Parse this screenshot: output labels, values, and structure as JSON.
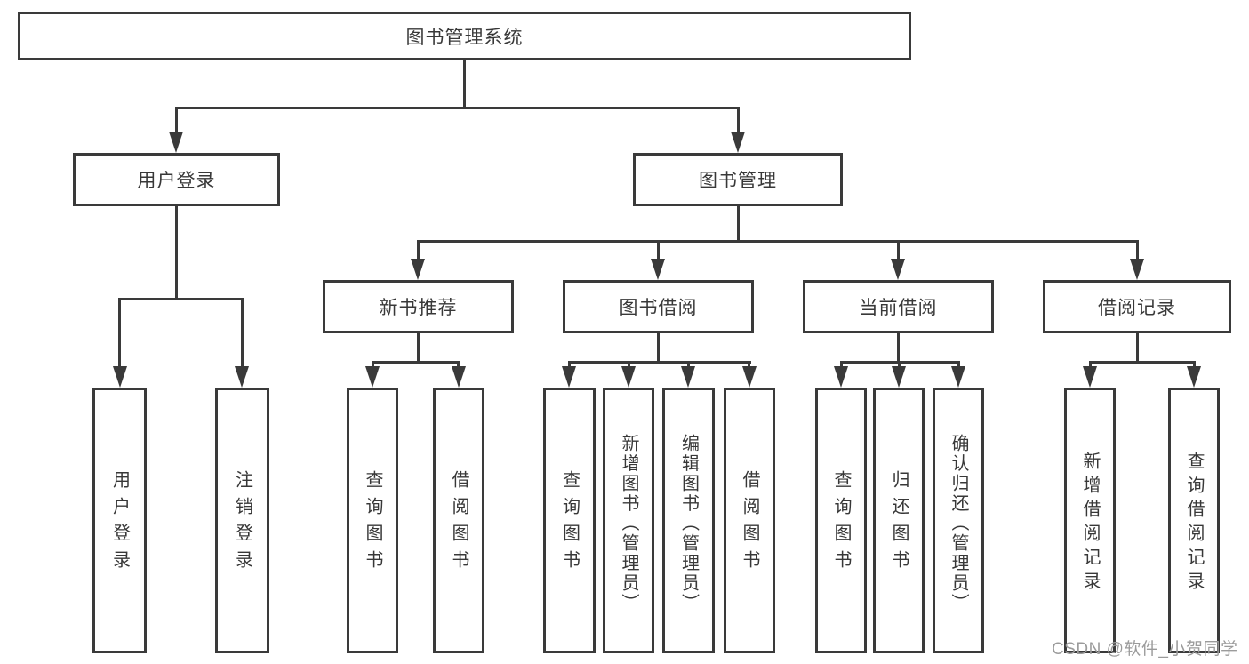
{
  "diagram": {
    "title_node": {
      "label": "图书管理系统"
    },
    "level2": [
      {
        "label": "用户登录"
      },
      {
        "label": "图书管理"
      }
    ],
    "level3": [
      {
        "label": "新书推荐"
      },
      {
        "label": "图书借阅"
      },
      {
        "label": "当前借阅"
      },
      {
        "label": "借阅记录"
      }
    ],
    "leaves": {
      "user_login": [
        {
          "label": "用户登录"
        },
        {
          "label": "注销登录"
        }
      ],
      "new_book_recommend": [
        {
          "label": "查询图书"
        },
        {
          "label": "借阅图书"
        }
      ],
      "book_borrow": [
        {
          "label": "查询图书"
        },
        {
          "label": "新增图书（管理员）"
        },
        {
          "label": "编辑图书（管理员）"
        },
        {
          "label": "借阅图书"
        }
      ],
      "current_borrow": [
        {
          "label": "查询图书"
        },
        {
          "label": "归还图书"
        },
        {
          "label": "确认归还（管理员）"
        }
      ],
      "borrow_records": [
        {
          "label": "新增借阅记录"
        },
        {
          "label": "查询借阅记录"
        }
      ]
    }
  },
  "watermark": "CSDN @软件_小贺同学",
  "colors": {
    "line": "#3a3a3a",
    "text": "#383838",
    "watermark": "#9b9b9b",
    "background": "#ffffff"
  }
}
